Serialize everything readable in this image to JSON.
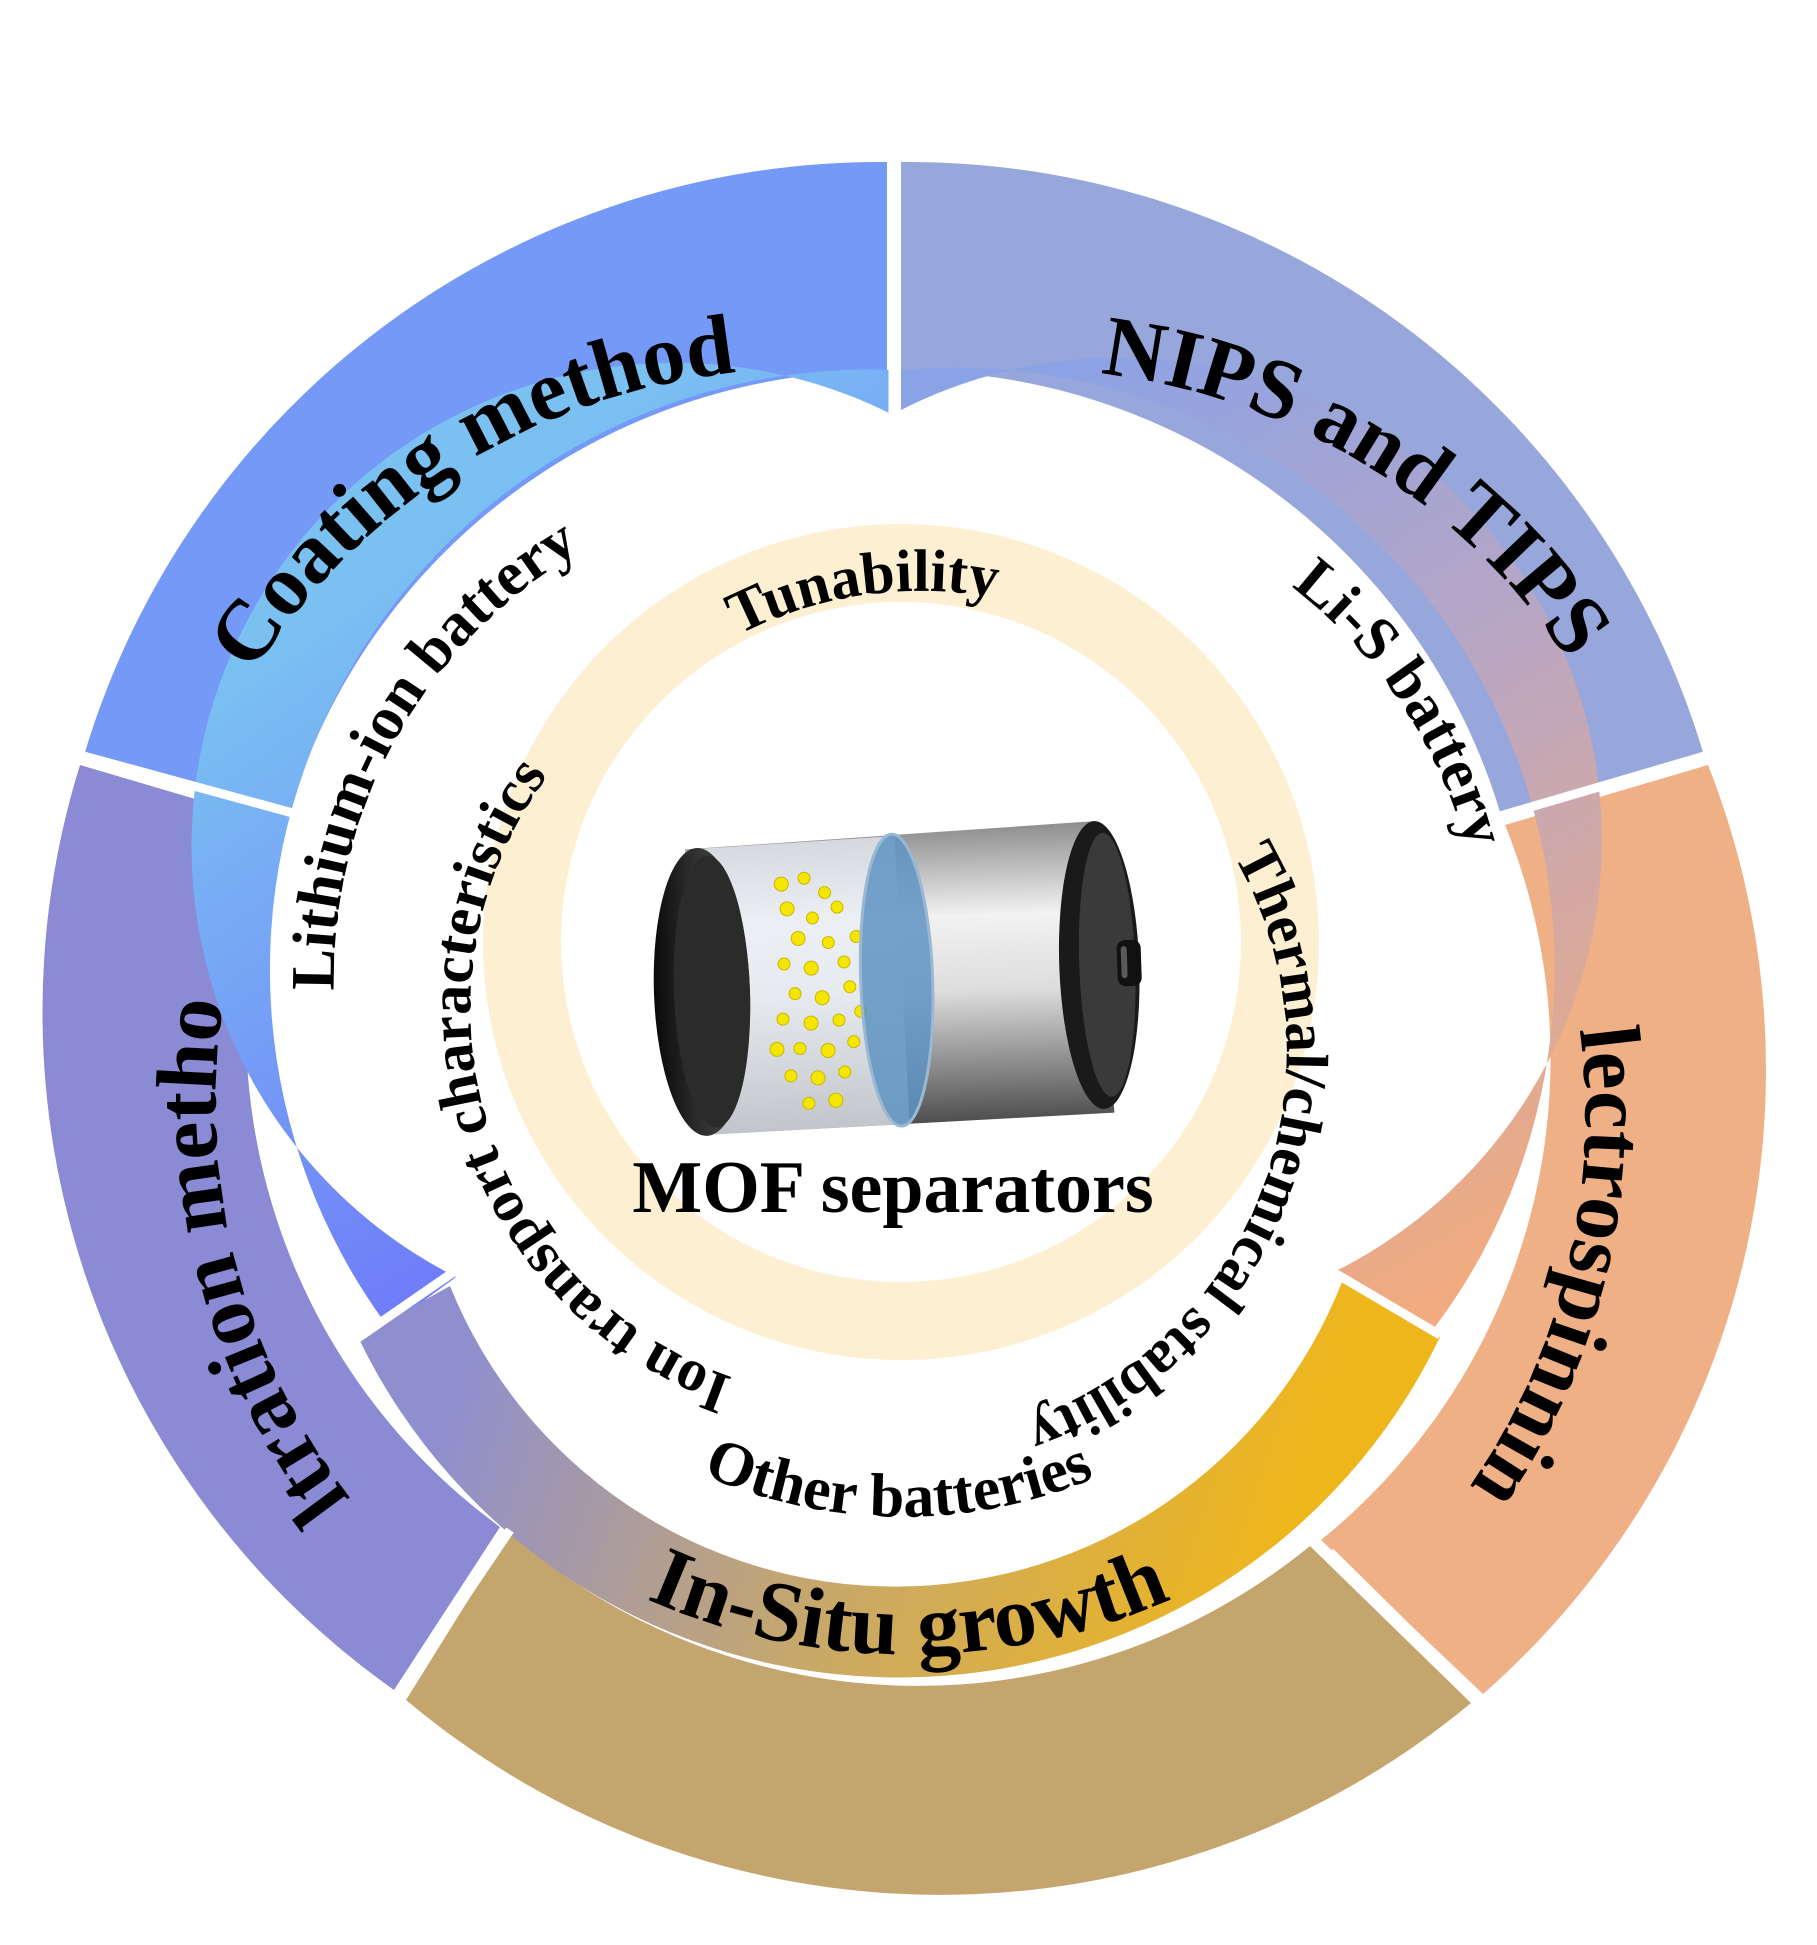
{
  "center": {
    "title": "MOF separators",
    "icon": "battery-cylinder-icon"
  },
  "outer_ring": [
    {
      "id": "coating",
      "label": "Coating method",
      "color": "#7599f6"
    },
    {
      "id": "nips",
      "label": "NIPS and TIPS",
      "color": "#97a7db"
    },
    {
      "id": "electrospinning",
      "label": "Electrospinning",
      "color": "#efb086"
    },
    {
      "id": "insitu",
      "label": "In-Situ growth",
      "color": "#c3a56d"
    },
    {
      "id": "filtration",
      "label": "Filtration method",
      "color": "#8a8ad5"
    }
  ],
  "middle_ring": [
    {
      "id": "lithium-ion",
      "label": "Lithium-ion battery",
      "color_start": "#7ac1f2",
      "color_end": "#6e75fa"
    },
    {
      "id": "li-s",
      "label": "Li-S battery",
      "color_start": "#8aa2e6",
      "color_end": "#f0ab80"
    },
    {
      "id": "other",
      "label": "Other batteries",
      "color_start": "#8f8fd0",
      "color_end": "#efb61c"
    }
  ],
  "inner_ring": {
    "color": "#fdf0d2",
    "labels": [
      {
        "id": "tunability",
        "label": "Tunability"
      },
      {
        "id": "thermal",
        "label": "Thermal/chemical stability"
      },
      {
        "id": "ion-transport",
        "label": "Ion transport characteristics"
      }
    ]
  },
  "colors": {
    "particles": "#f5e600",
    "separator_disc": "#5d93c2",
    "battery_dark": "#1d1d1d"
  }
}
